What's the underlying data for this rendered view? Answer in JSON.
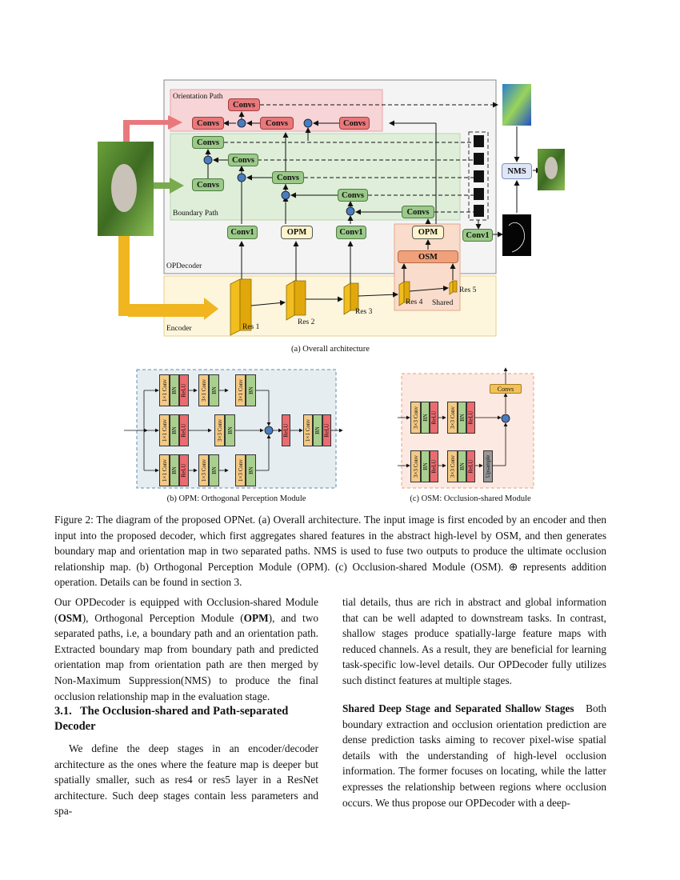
{
  "figure_a": {
    "decoder_label": "OPDecoder",
    "encoder_label": "Encoder",
    "orientation_label": "Orientation Path",
    "boundary_label": "Boundary Path",
    "convs": "Convs",
    "conv1": "Conv1",
    "opm": "OPM",
    "osm": "OSM",
    "nms": "NMS",
    "res1": "Res 1",
    "res2": "Res 2",
    "res3": "Res 3",
    "res4": "Res 4",
    "res5": "Res 5",
    "shared": "Shared",
    "caption": "(a) Overall architecture"
  },
  "figure_b": {
    "conv1x1": "1×1 Conv",
    "conv3x1": "3×1 Conv",
    "conv1x3": "1×3 Conv",
    "conv3x3": "3×3 Conv",
    "bn": "BN",
    "relu": "ReLU",
    "caption": "(b) OPM: Orthogonal Perception Module"
  },
  "figure_c": {
    "conv3x3": "3×3 Conv",
    "bn": "BN",
    "relu": "ReLU",
    "upsample": "Upsample",
    "convs": "Convs",
    "caption": "(c) OSM: Occlusion-shared Module"
  },
  "figure_caption": "Figure 2: The diagram of the proposed OPNet. (a) Overall architecture. The input image is first encoded by an encoder and then input into the proposed decoder, which first aggregates shared features in the abstract high-level by OSM, and then generates boundary map and orientation map in two separated paths. NMS is used to fuse two outputs to produce the ultimate occlusion relationship map. (b) Orthogonal Perception Module (OPM). (c) Occlusion-shared Module (OSM). ⊕ represents addition operation. Details can be found in section 3.",
  "left_column": {
    "para1_a": "Our OPDecoder is equipped with Occlusion-shared Module (",
    "osm_bold": "OSM",
    "para1_b": "), Orthogonal Perception Module (",
    "opm_bold": "OPM",
    "para1_c": "), and two separated paths, i.e, a boundary path and an orientation path. Extracted boundary map from boundary path and predicted orientation map from orientation path are then merged by Non-Maximum Suppression(NMS) to produce the final occlusion relationship map in the evaluation stage.",
    "section_number": "3.1.",
    "section_title": "The Occlusion-shared and Path-separated Decoder",
    "para2": "We define the deep stages in an encoder/decoder architecture as the ones where the feature map is deeper but spatially smaller, such as res4 or res5 layer in a ResNet architecture. Such deep stages contain less parameters and spa-"
  },
  "right_column": {
    "para1": "tial details, thus are rich in abstract and global information that can be well adapted to downstream tasks. In contrast, shallow stages produce spatially-large feature maps with reduced channels. As a result, they are beneficial for learning task-specific low-level details. Our OPDecoder fully utilizes such distinct features at multiple stages.",
    "para2_head": "Shared Deep Stage and Separated Shallow Stages",
    "para2": "Both boundary extraction and occlusion orientation prediction are dense prediction tasks aiming to recover pixel-wise spatial details with the understanding of high-level occlusion information. The former focuses on locating, while the latter expresses the relationship between regions where occlusion occurs. We thus propose our OPDecoder with a deep-"
  }
}
